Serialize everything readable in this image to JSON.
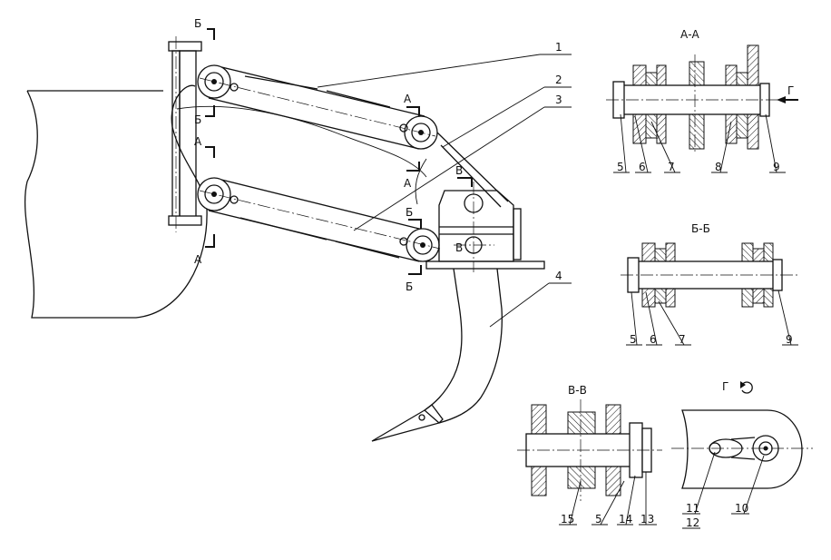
{
  "views": {
    "section_aa": "А-А",
    "section_bb": "Б-Б",
    "section_vv": "В-В",
    "view_g": "Г"
  },
  "section_marks": {
    "a": "А",
    "b": "Б",
    "v": "В",
    "g": "Г"
  },
  "callouts": {
    "main": [
      "1",
      "2",
      "3",
      "4"
    ],
    "aa": [
      "5",
      "6",
      "7",
      "8",
      "9"
    ],
    "bb": [
      "5",
      "6",
      "7",
      "9"
    ],
    "vv": [
      "15",
      "5",
      "14",
      "13"
    ],
    "g": [
      "11",
      "12",
      "10"
    ]
  }
}
